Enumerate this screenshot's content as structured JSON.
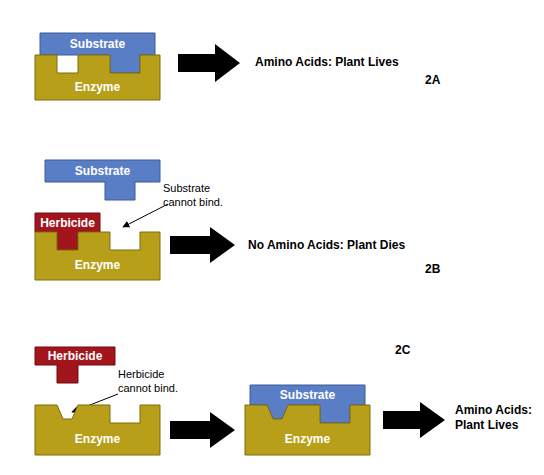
{
  "diagram": {
    "nodes": [
      {
        "text": [
          "Substrate"
        ]
      },
      {
        "text": [
          "Enzyme"
        ]
      },
      {
        "text": [
          "Substrate"
        ]
      },
      {
        "text": [
          "Herbicide"
        ]
      },
      {
        "text": [
          "Enzyme"
        ]
      },
      {
        "text": [
          "Herbicide"
        ]
      },
      {
        "text": [
          "Enzyme"
        ]
      },
      {
        "text": [
          "Substrate"
        ]
      },
      {
        "text": [
          "Enzyme"
        ]
      }
    ],
    "edges": [
      {
        "from": 6,
        "to": 8,
        "arrow": "to"
      }
    ],
    "labels": [
      "Amino Acids: Plant Lives",
      "2A",
      "Substrate cannot bind.",
      "No Amino Acids: Plant Dies",
      "2B",
      "2C",
      "Herbicide cannot bind.",
      "Amino Acids: Plant Lives"
    ]
  }
}
